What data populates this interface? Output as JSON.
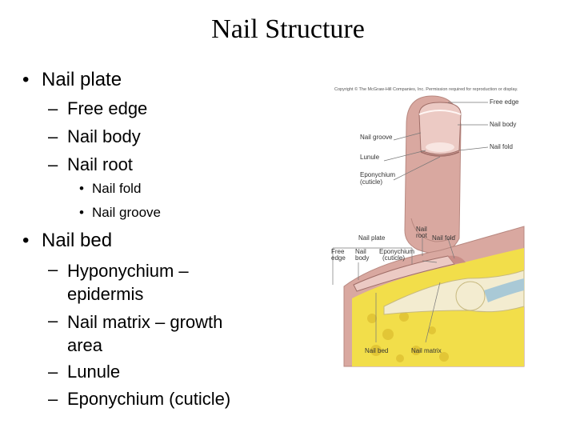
{
  "slide": {
    "title": "Nail Structure",
    "bullets": [
      {
        "text": "Nail plate",
        "children": [
          {
            "text": "Free edge"
          },
          {
            "text": "Nail body"
          },
          {
            "text": "Nail root",
            "children": [
              {
                "text": "Nail fold"
              },
              {
                "text": "Nail groove"
              }
            ]
          }
        ]
      },
      {
        "text": "Nail bed",
        "children": [
          {
            "line1": "Hyponychium –",
            "line2": "epidermis"
          },
          {
            "line1": "Nail matrix – growth",
            "line2": "area"
          },
          {
            "text": "Lunule"
          },
          {
            "text": "Eponychium (cuticle)"
          }
        ]
      }
    ],
    "markers": {
      "level1": "•",
      "level2": "–",
      "level3": "•"
    }
  },
  "figure": {
    "copyright": "Copyright © The McGraw-Hill Companies, Inc. Permission required for reproduction or display.",
    "top_labels": {
      "free_edge": "Free edge",
      "nail_body": "Nail body",
      "nail_fold": "Nail fold",
      "nail_groove": "Nail groove",
      "lunule": "Lunule",
      "eponychium_1": "Eponychium",
      "eponychium_2": "(cuticle)"
    },
    "bottom_labels": {
      "nail_plate": "Nail plate",
      "nail_root_1": "Nail",
      "nail_root_2": "root",
      "nail_fold": "Nail fold",
      "free_edge_1": "Free",
      "free_edge_2": "edge",
      "nail_body_1": "Nail",
      "nail_body_2": "body",
      "eponychium_1": "Eponychium",
      "eponychium_2": "(cuticle)",
      "nail_bed": "Nail bed",
      "nail_matrix": "Nail matrix"
    },
    "colors": {
      "skin": "#d9a8a0",
      "nail": "#eccac4",
      "fat": "#f2de4a",
      "bone": "#f3ecd0",
      "tendon": "#a9c9d6",
      "leader": "#777777"
    }
  }
}
